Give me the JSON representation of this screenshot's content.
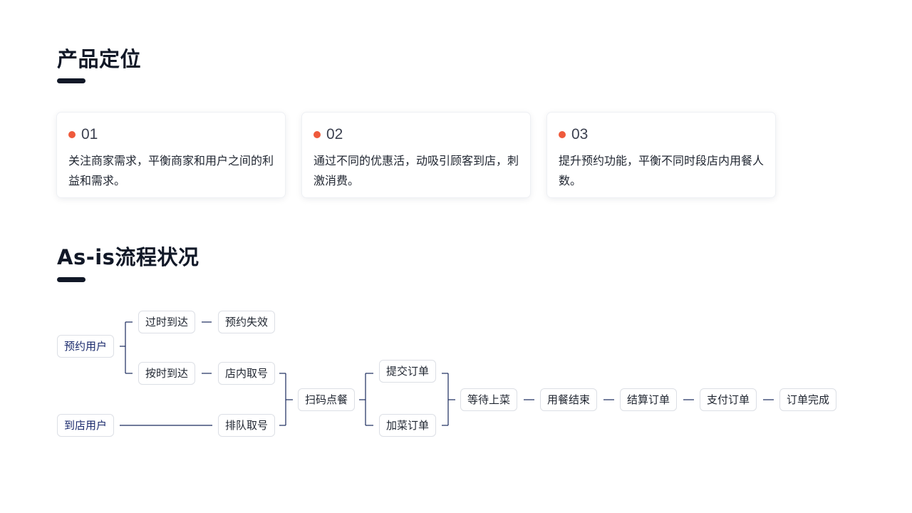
{
  "positioning": {
    "title": "产品定位",
    "cards": [
      {
        "num": "01",
        "text": "关注商家需求，平衡商家和用户之间的利益和需求。"
      },
      {
        "num": "02",
        "text": "通过不同的优惠活，动吸引顾客到店，刺激消费。"
      },
      {
        "num": "03",
        "text": "提升预约功能，平衡不同时段店内用餐人数。"
      }
    ]
  },
  "process": {
    "title": "As-is流程状况",
    "nodes": {
      "reservation_user": "预约用户",
      "walkin_user": "到店用户",
      "late_arrival": "过时到达",
      "reservation_failed": "预约失效",
      "ontime_arrival": "按时到达",
      "instore_number": "店内取号",
      "queue_number": "排队取号",
      "scan_order": "扫码点餐",
      "submit_order": "提交订单",
      "add_order": "加菜订单",
      "wait_food": "等待上菜",
      "meal_finish": "用餐结束",
      "settle_order": "结算订单",
      "pay_order": "支付订单",
      "order_complete": "订单完成"
    }
  },
  "colors": {
    "accent_dot": "#ef5a3c",
    "title": "#111827",
    "connector": "#1b2a5e",
    "node_border": "#dcdfe5"
  }
}
